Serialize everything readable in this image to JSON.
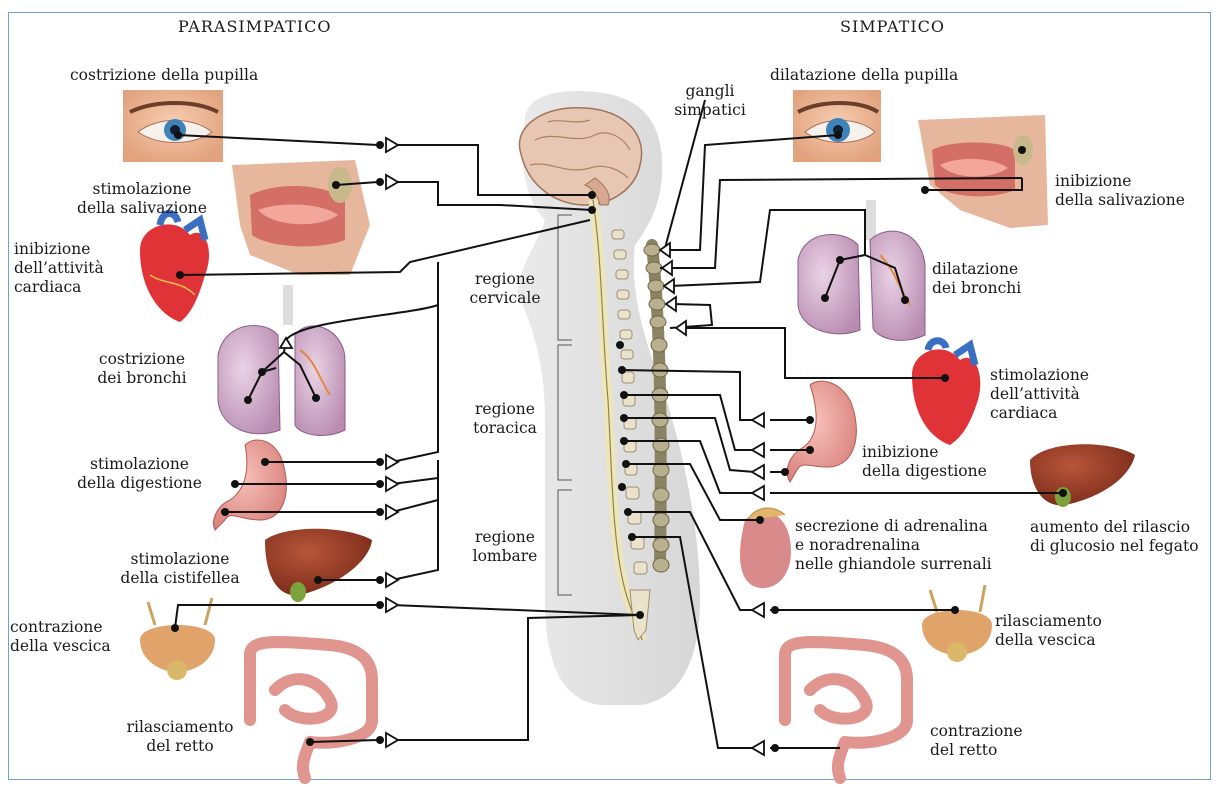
{
  "headers": {
    "left": "PARASIMPATICO",
    "right": "SIMPATICO"
  },
  "parasympathetic": {
    "pupil": "costrizione della pupilla",
    "saliva": "stimolazione\ndella salivazione",
    "heart": "inibizione\ndell’attività\ncardiaca",
    "bronchi": "costrizione\ndei bronchi",
    "digestion": "stimolazione\ndella digestione",
    "gallbladder": "stimolazione\ndella cistifellea",
    "bladder": "contrazione\ndella vescica",
    "rectum": "rilasciamento\ndel retto"
  },
  "sympathetic": {
    "ganglia": "gangli\nsimpatici",
    "pupil": "dilatazione della pupilla",
    "saliva": "inibizione\ndella salivazione",
    "bronchi": "dilatazione\ndei bronchi",
    "heart": "stimolazione\ndell’attività\ncardiaca",
    "digestion": "inibizione\ndella digestione",
    "adrenal": "secrezione di adrenalina\ne noradrenalina\nnelle ghiandole surrenali",
    "liver": "aumento del rilascio\ndi glucosio nel fegato",
    "bladder": "rilasciamento\ndella vescica",
    "rectum": "contrazione\ndel retto"
  },
  "regions": {
    "cervical": "regione\ncervicale",
    "thoracic": "regione\ntoracica",
    "lumbar": "regione\nlombare"
  }
}
